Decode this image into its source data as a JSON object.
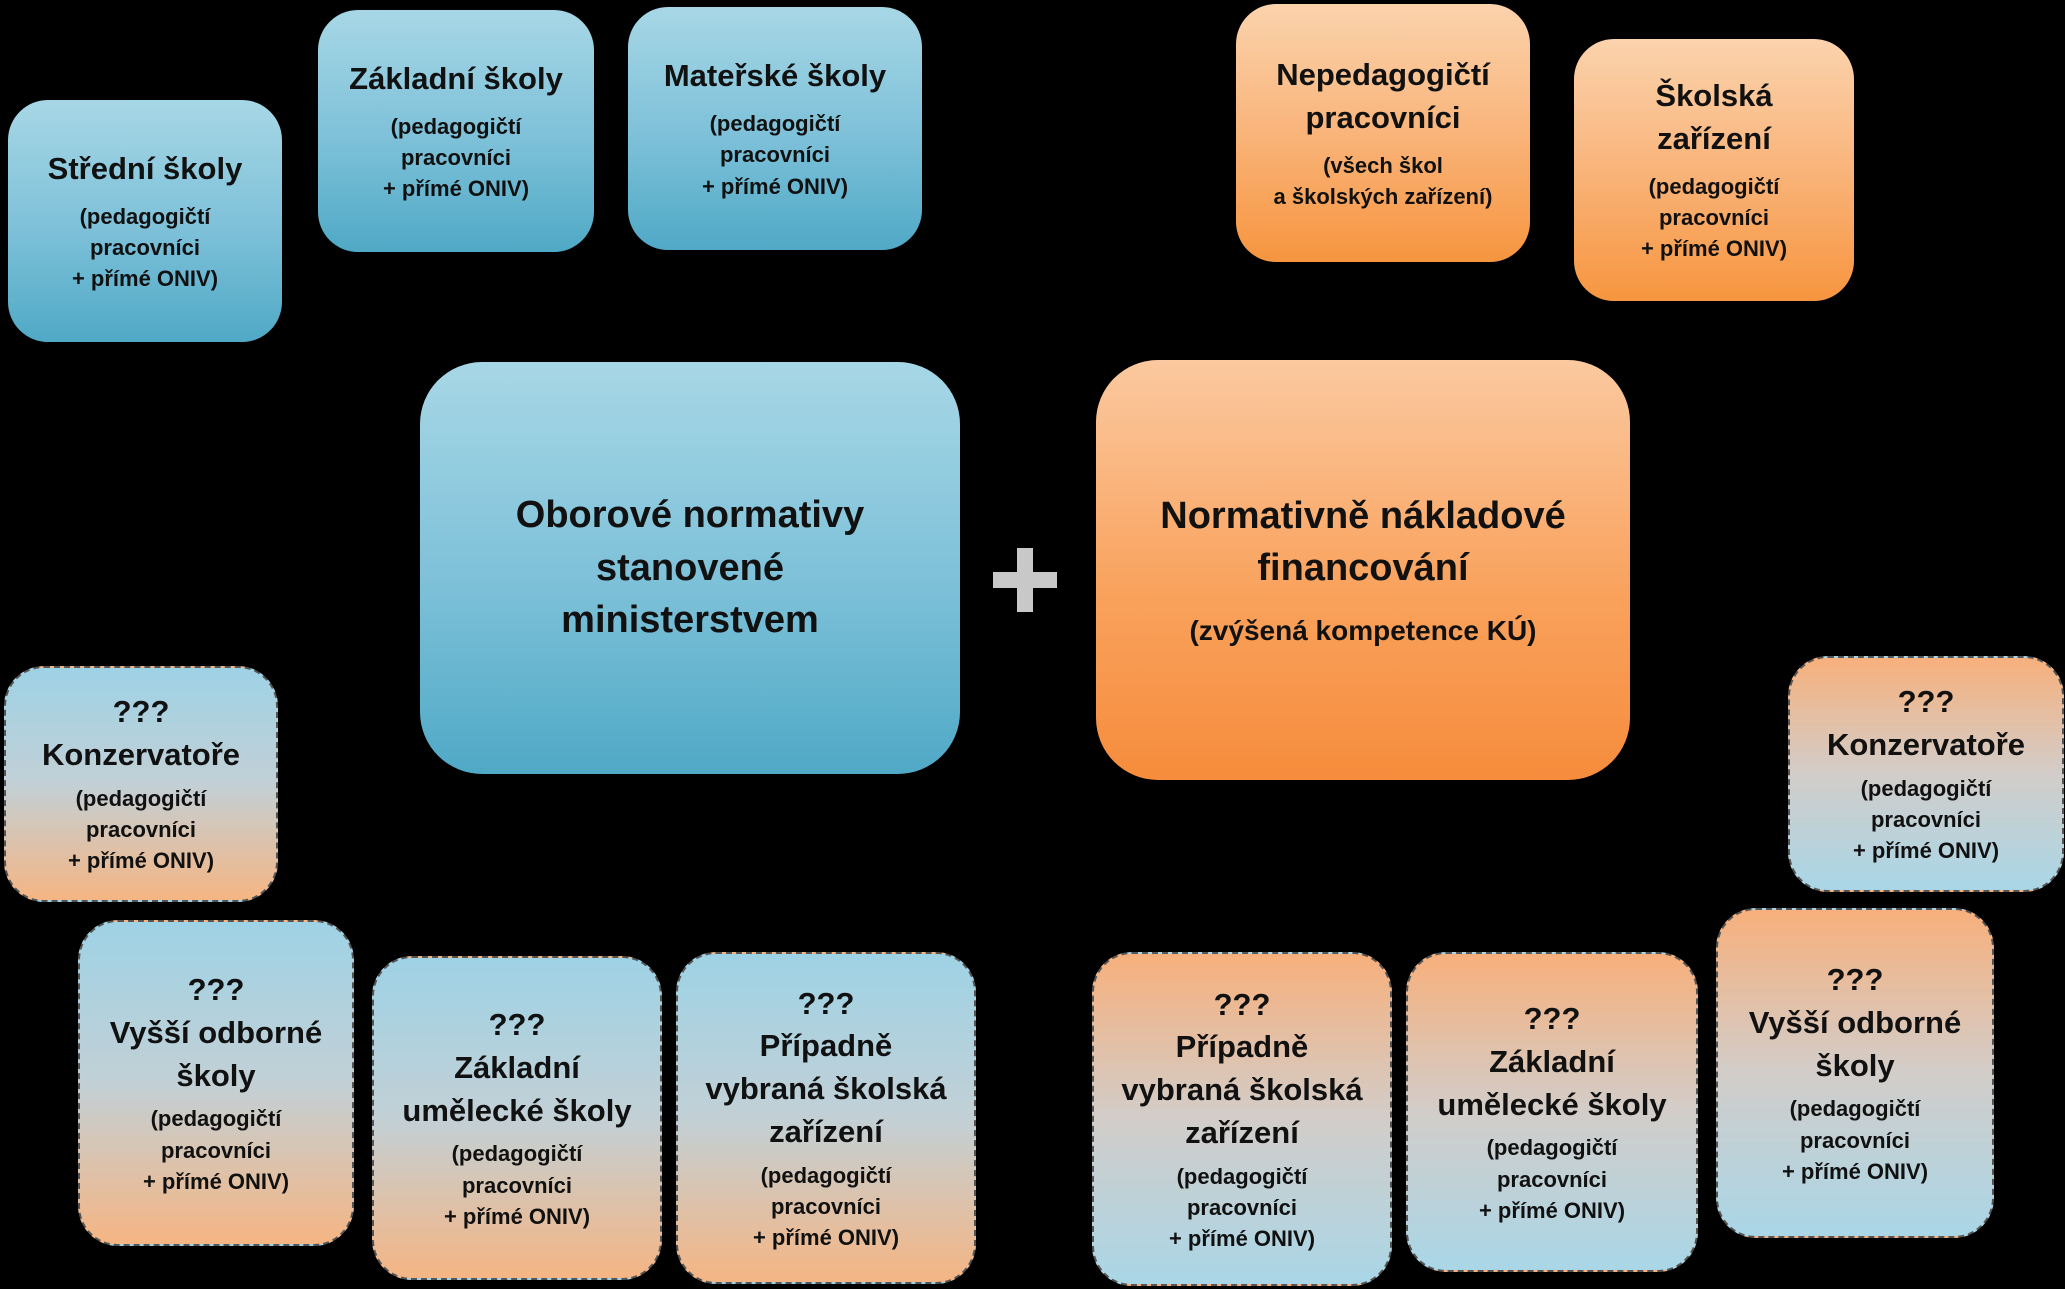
{
  "center_left": {
    "title": "Oborové normativy\nstanovené\nministerstvem"
  },
  "center_right": {
    "title": "Normativně nákladové\nfinancování",
    "subtitle": "(zvýšená kompetence KÚ)"
  },
  "top_left": [
    {
      "title": "Střední školy",
      "subtitle": "(pedagogičtí\npracovníci\n+ přímé ONIV)"
    },
    {
      "title": "Základní školy",
      "subtitle": "(pedagogičtí\npracovníci\n+ přímé ONIV)"
    },
    {
      "title": "Mateřské školy",
      "subtitle": "(pedagogičtí\npracovníci\n+ přímé ONIV)"
    }
  ],
  "top_right": [
    {
      "title": "Nepedagogičtí\npracovníci",
      "subtitle": "(všech škol\na školských zařízení)"
    },
    {
      "title": "Školská\nzařízení",
      "subtitle": "(pedagogičtí\npracovníci\n+ přímé ONIV)"
    }
  ],
  "bottom_left": [
    {
      "q": "???",
      "title": "Konzervatoře",
      "subtitle": "(pedagogičtí\npracovníci\n+ přímé ONIV)"
    },
    {
      "q": "???",
      "title": "Vyšší odborné\nškoly",
      "subtitle": "(pedagogičtí\npracovníci\n+ přímé ONIV)"
    },
    {
      "q": "???",
      "title": "Základní\numělecké školy",
      "subtitle": "(pedagogičtí\npracovníci\n+ přímé ONIV)"
    },
    {
      "q": "???",
      "title": "Případně\nvybraná školská\nzařízení",
      "subtitle": "(pedagogičtí\npracovníci\n+ přímé ONIV)"
    }
  ],
  "bottom_right": [
    {
      "q": "???",
      "title": "Konzervatoře",
      "subtitle": "(pedagogičtí\npracovníci\n+ přímé ONIV)"
    },
    {
      "q": "???",
      "title": "Případně\nvybraná školská\nzařízení",
      "subtitle": "(pedagogičtí\npracovníci\n+ přímé ONIV)"
    },
    {
      "q": "???",
      "title": "Základní\numělecké školy",
      "subtitle": "(pedagogičtí\npracovníci\n+ přímé ONIV)"
    },
    {
      "q": "???",
      "title": "Vyšší odborné\nškoly",
      "subtitle": "(pedagogičtí\npracovníci\n+ přímé ONIV)"
    }
  ]
}
